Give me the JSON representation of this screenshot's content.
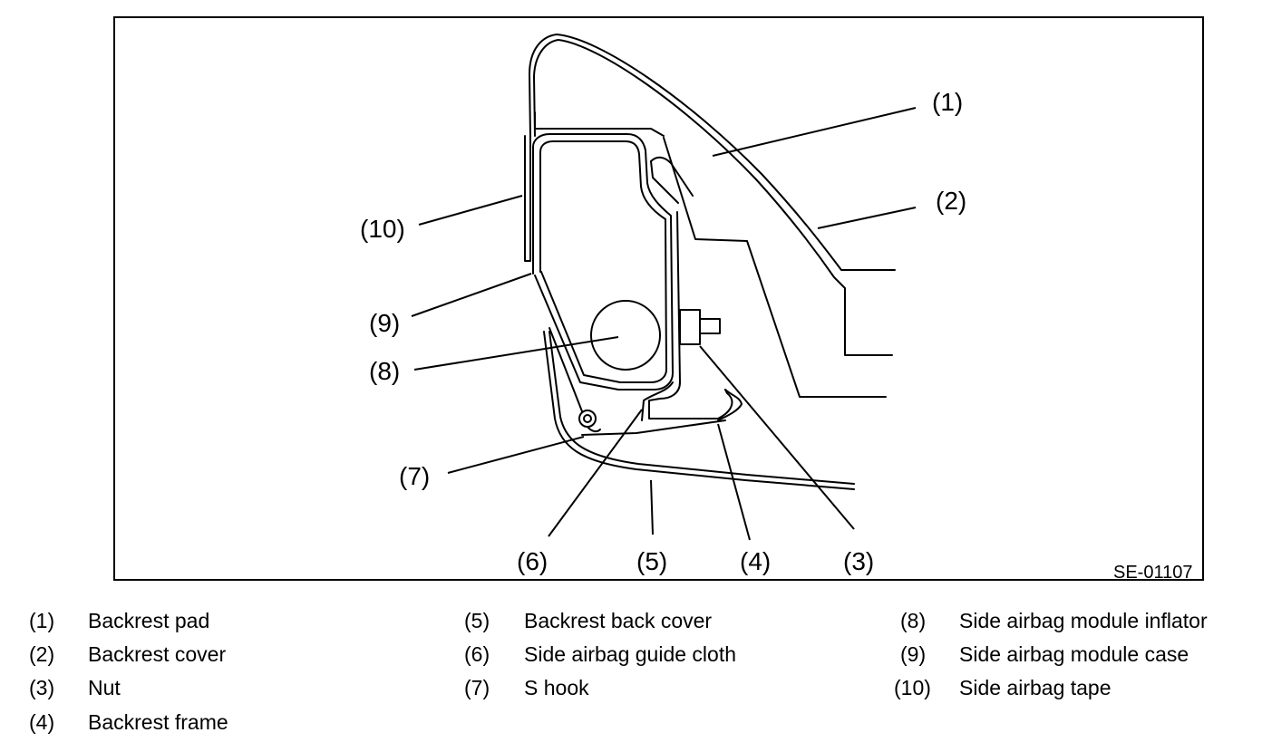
{
  "figure": {
    "code": "SE-01107",
    "callouts": [
      "(1)",
      "(2)",
      "(3)",
      "(4)",
      "(5)",
      "(6)",
      "(7)",
      "(8)",
      "(9)",
      "(10)"
    ]
  },
  "legend": [
    {
      "num": "(1)",
      "label": "Backrest pad"
    },
    {
      "num": "(2)",
      "label": "Backrest cover"
    },
    {
      "num": "(3)",
      "label": "Nut"
    },
    {
      "num": "(4)",
      "label": "Backrest frame"
    },
    {
      "num": "(5)",
      "label": "Backrest back cover"
    },
    {
      "num": "(6)",
      "label": "Side airbag guide cloth"
    },
    {
      "num": "(7)",
      "label": "S hook"
    },
    {
      "num": "(8)",
      "label": "Side airbag module inflator"
    },
    {
      "num": "(9)",
      "label": "Side airbag module case"
    },
    {
      "num": "(10)",
      "label": "Side airbag tape"
    }
  ]
}
